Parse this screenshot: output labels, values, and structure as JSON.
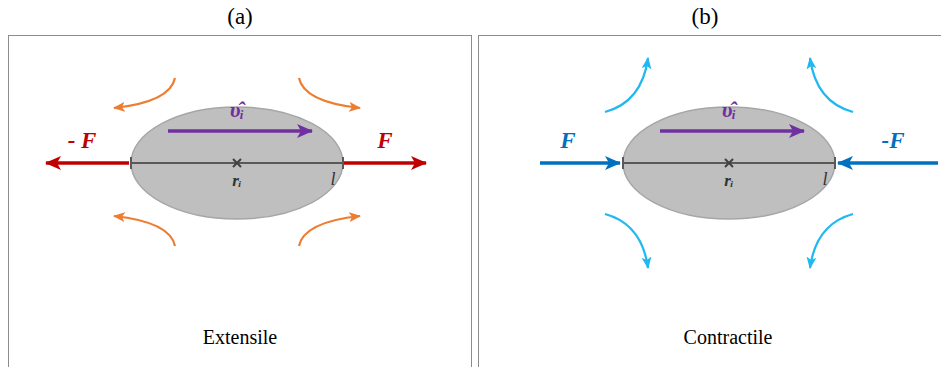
{
  "diagram": {
    "nodes": [
      {
        "text": [
          "(a)",
          "Extensile"
        ]
      },
      {
        "text": [
          "υ̂ᵢ",
          "rᵢ",
          "l"
        ],
        "in": 0
      },
      {
        "text": [
          "(b)",
          "Contractile"
        ]
      },
      {
        "text": [
          "υ̂ᵢ",
          "rᵢ",
          "l"
        ],
        "in": 2
      }
    ],
    "labels": [
      "- F",
      "F",
      "F",
      "-F"
    ]
  }
}
